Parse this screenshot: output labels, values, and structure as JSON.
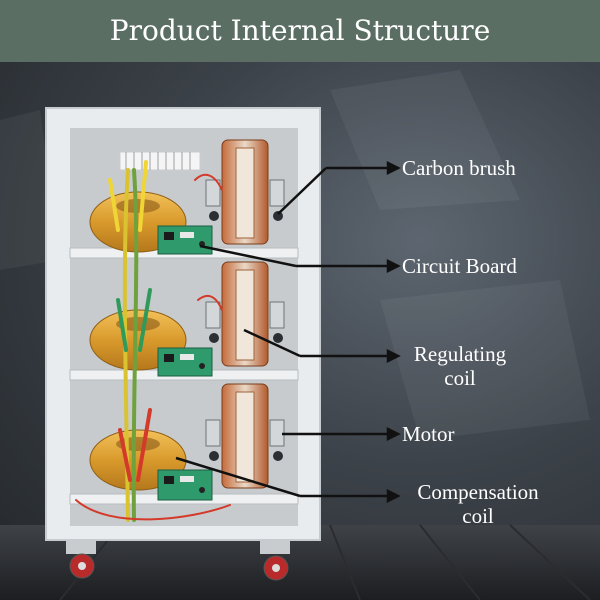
{
  "title": "Product Internal Structure",
  "callouts": {
    "carbon_brush": "Carbon brush",
    "circuit_board": "Circuit Board",
    "regulating_coil_line1": "Regulating",
    "regulating_coil_line2": "coil",
    "motor": "Motor",
    "compensation_coil_line1": "Compensation",
    "compensation_coil_line2": "coil"
  },
  "colors": {
    "header": "#5a6e63",
    "cabinet": "#e9ecee",
    "toroid": "#e0a63a",
    "board": "#2f9a6c",
    "arrow": "#111111"
  },
  "icons": [
    "wheel-icon"
  ]
}
